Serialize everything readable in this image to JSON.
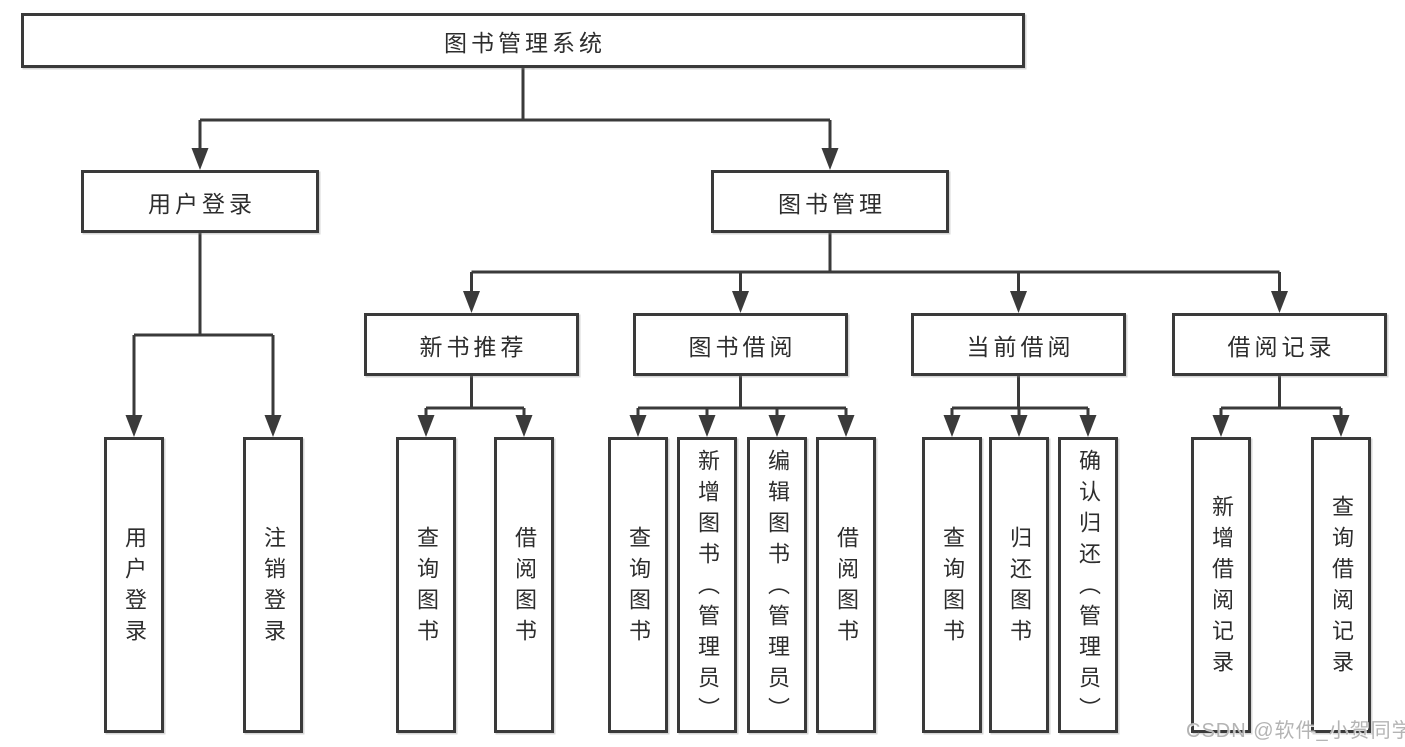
{
  "tree": {
    "label": "图书管理系统",
    "children": [
      {
        "label": "用户登录",
        "children": [
          {
            "label": "用户登录"
          },
          {
            "label": "注销登录"
          }
        ]
      },
      {
        "label": "图书管理",
        "children": [
          {
            "label": "新书推荐",
            "children": [
              {
                "label": "查询图书"
              },
              {
                "label": "借阅图书"
              }
            ]
          },
          {
            "label": "图书借阅",
            "children": [
              {
                "label": "查询图书"
              },
              {
                "label": "新增图书（管理员）"
              },
              {
                "label": "编辑图书（管理员）"
              },
              {
                "label": "借阅图书"
              }
            ]
          },
          {
            "label": "当前借阅",
            "children": [
              {
                "label": "查询图书"
              },
              {
                "label": "归还图书"
              },
              {
                "label": "确认归还（管理员）"
              }
            ]
          },
          {
            "label": "借阅记录",
            "children": [
              {
                "label": "新增借阅记录"
              },
              {
                "label": "查询借阅记录"
              }
            ]
          }
        ]
      }
    ]
  },
  "watermark": {
    "text": "CSDN @软件_小贺同学"
  },
  "colors": {
    "line": "#3a3a3a",
    "box_border": "#3a3a3a",
    "text": "#2d2d2d",
    "watermark": "#b4b4b4",
    "background": "#ffffff"
  }
}
